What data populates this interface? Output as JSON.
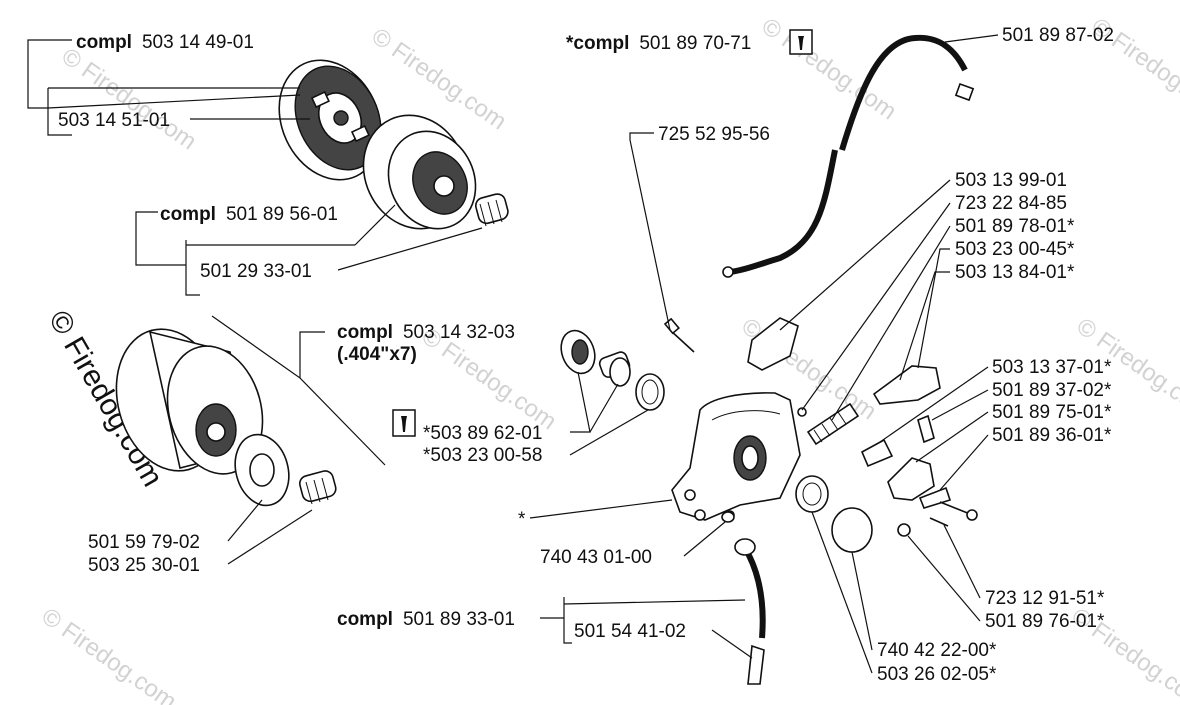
{
  "watermark": {
    "text": "© Firedog.com"
  },
  "labels": {
    "clutch_compl": {
      "prefix": "compl",
      "number": "503 14 49-01"
    },
    "clutch_shoe": {
      "number": "503 14 51-01"
    },
    "drum_compl": {
      "prefix": "compl",
      "number": "501 89 56-01"
    },
    "needle_bearing_1": {
      "number": "501 29 33-01"
    },
    "rim_drum_compl": {
      "prefix": "compl",
      "number": "503 14 32-03",
      "note": "(.404\"x7)"
    },
    "rim_sprocket": {
      "number": "501 59 79-02"
    },
    "needle_bearing_2": {
      "number": "503 25 30-01"
    },
    "oil_pump_compl": {
      "prefix": "*compl",
      "number": "501 89 70-71"
    },
    "oil_hose": {
      "number": "501 89 87-02"
    },
    "screw_725": {
      "number": "725 52 95-56"
    },
    "washer_top": {
      "number": "503 13 99-01"
    },
    "screw_723_22": {
      "number": "723 22 84-85"
    },
    "spring_501_78": {
      "number": "501 89 78-01*"
    },
    "pin_503_23": {
      "number": "503 23 00-45*"
    },
    "plunger_503_13_84": {
      "number": "503 13 84-01*"
    },
    "worm_gear": {
      "number": "*503 89 62-01"
    },
    "washer_58": {
      "number": "*503 23 00-58"
    },
    "part_503_13_37": {
      "number": "503 13 37-01*"
    },
    "spring_501_89_37": {
      "number": "501 89 37-02*"
    },
    "part_501_89_75": {
      "number": "501 89 75-01*"
    },
    "plate_501_89_36": {
      "number": "501 89 36-01*"
    },
    "pump_body": {
      "number": "*"
    },
    "oring_740_43": {
      "number": "740 43 01-00"
    },
    "screw_723_12": {
      "number": "723 12 91-51*"
    },
    "screw_501_89_76": {
      "number": "501 89 76-01*"
    },
    "suction_compl": {
      "prefix": "compl",
      "number": "501 89 33-01"
    },
    "suction_hose": {
      "number": "501 54 41-02"
    },
    "oring_740_42": {
      "number": "740 42 22-00*"
    },
    "seal_503_26": {
      "number": "503 26 02-05*"
    }
  }
}
